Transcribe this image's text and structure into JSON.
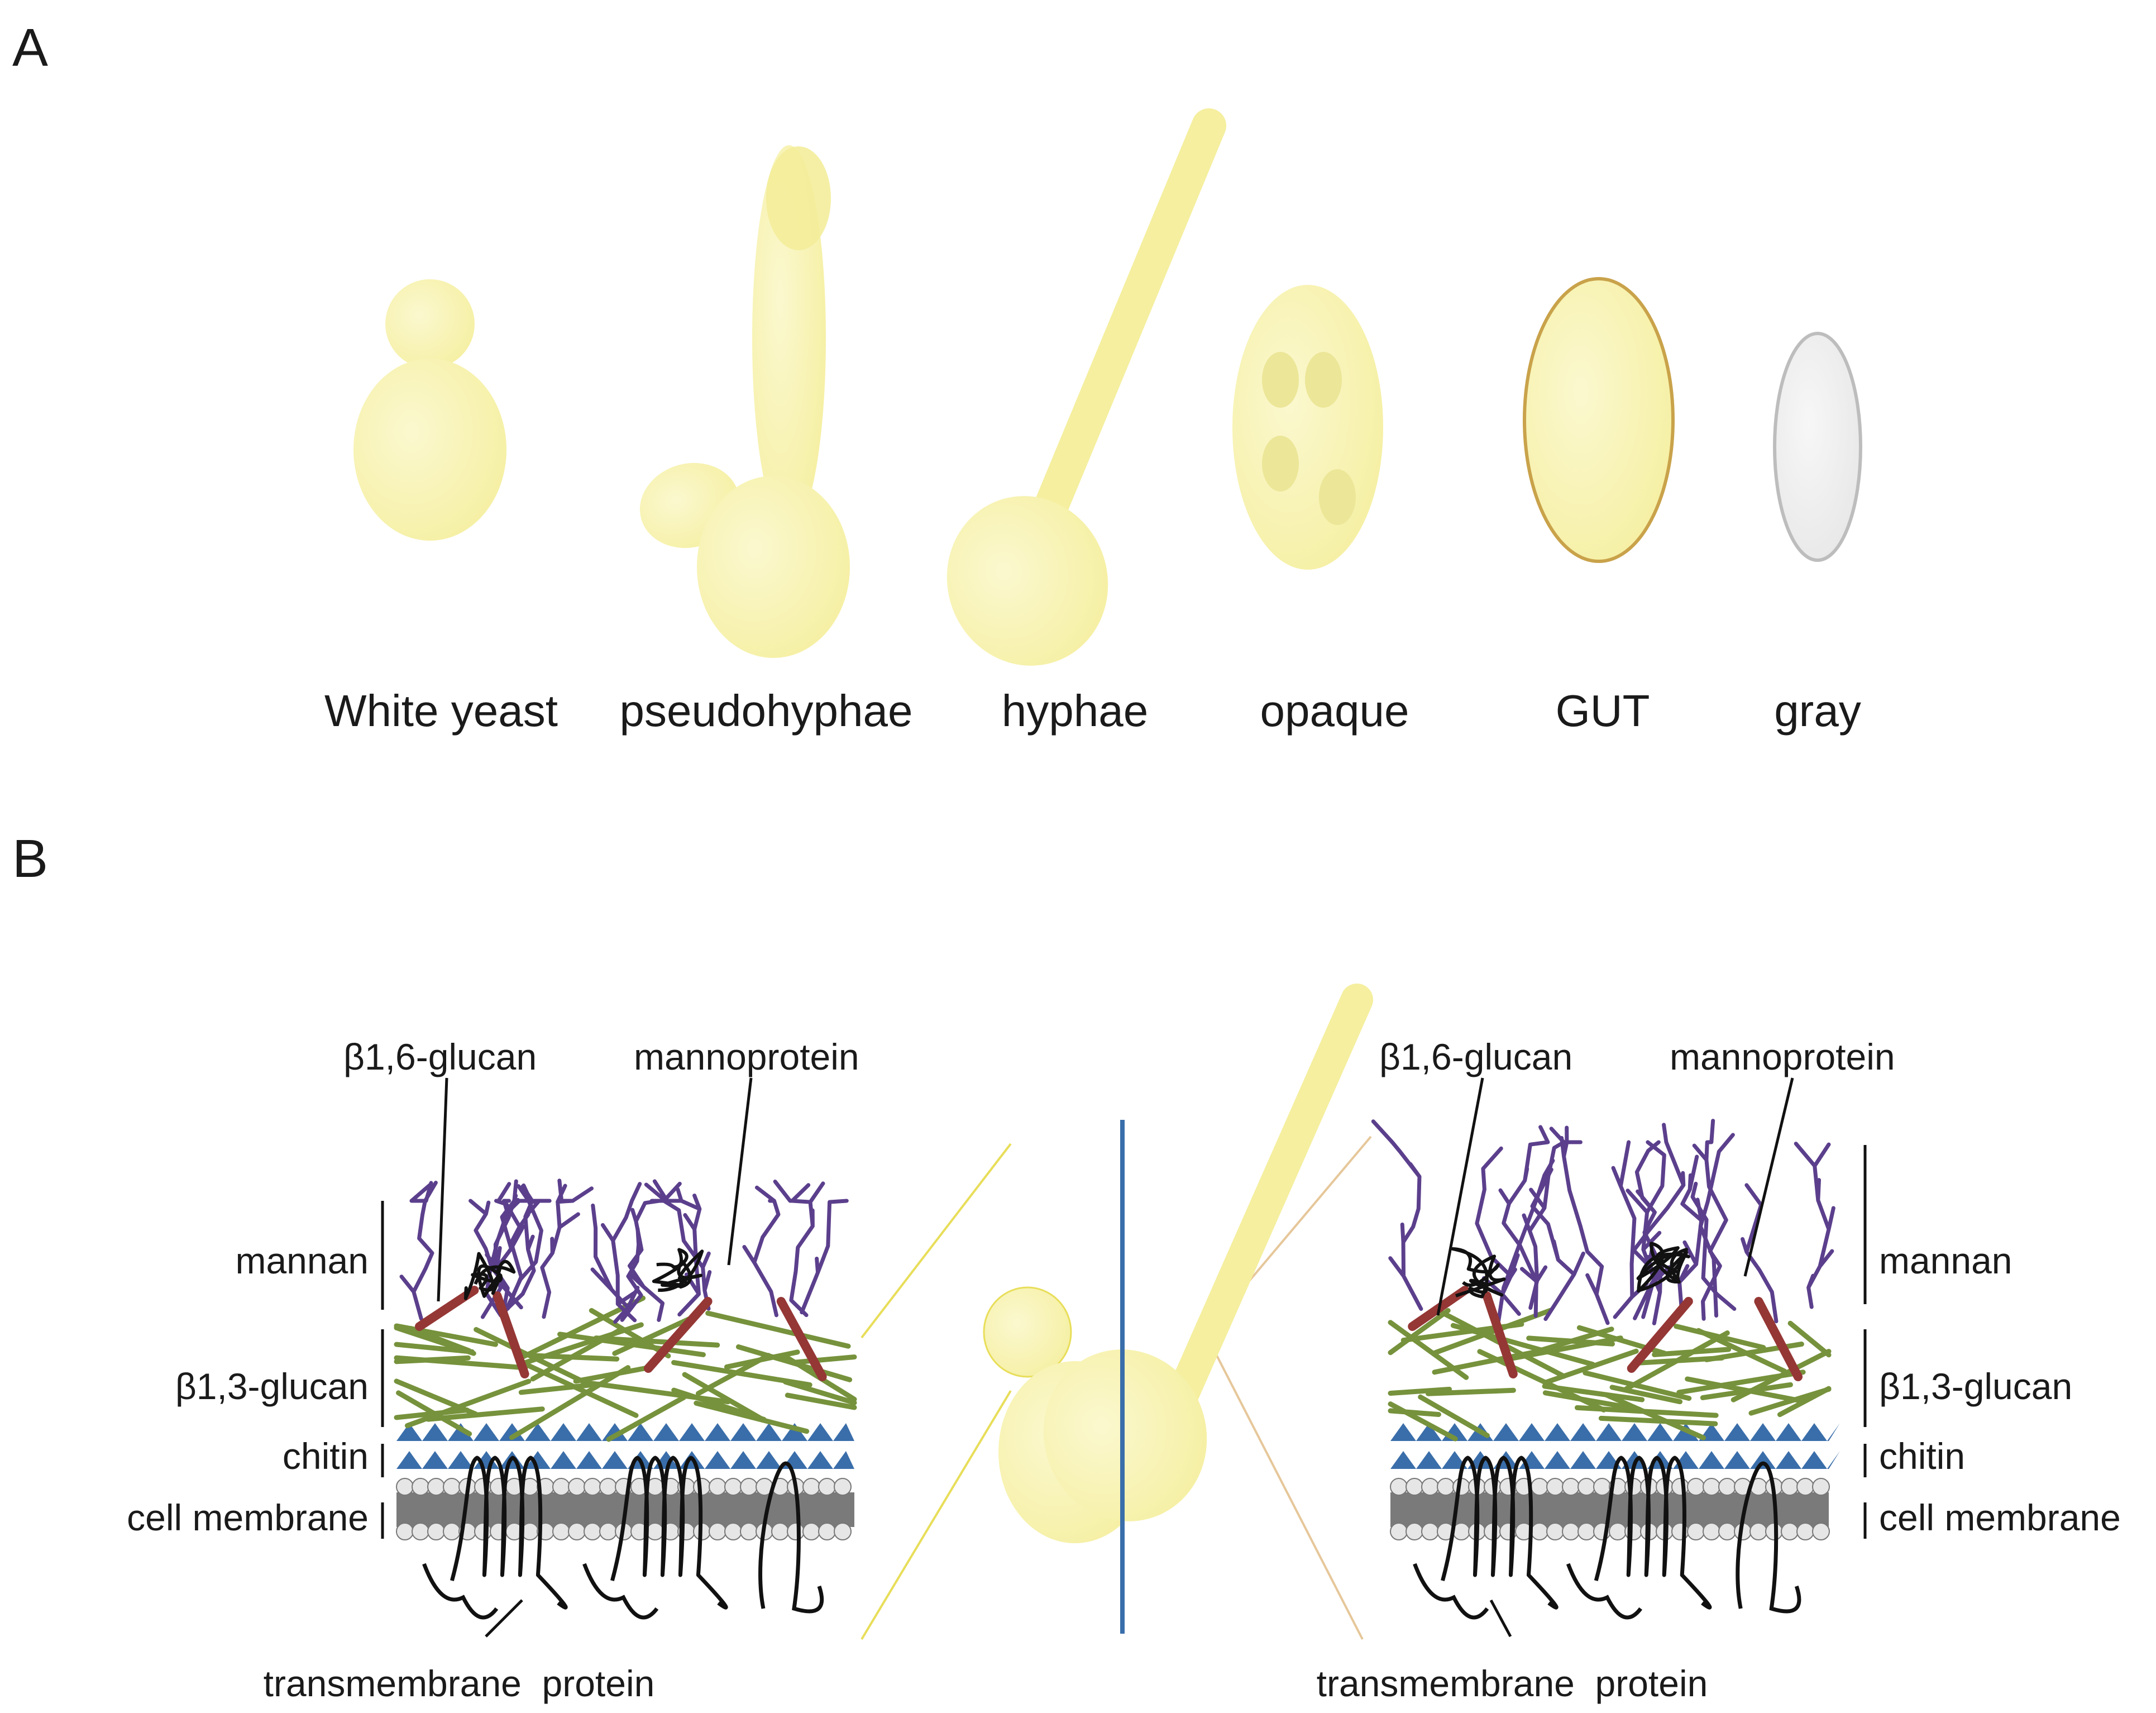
{
  "panels": {
    "a": {
      "letter": "A"
    },
    "b": {
      "letter": "B"
    }
  },
  "morphologies": [
    {
      "label": "White yeast"
    },
    {
      "label": "pseudohyphae"
    },
    {
      "label": "hyphae"
    },
    {
      "label": "opaque"
    },
    {
      "label": "GUT"
    },
    {
      "label": "gray"
    }
  ],
  "wall_left": {
    "top_labels": {
      "glucan16": "β1,6-glucan",
      "mannoprotein": "mannoprotein"
    },
    "layers": {
      "mannan": "mannan",
      "glucan13": "β1,3-glucan",
      "chitin": "chitin",
      "membrane": "cell membrane"
    },
    "bottom_label": "transmembrane  protein"
  },
  "wall_right": {
    "top_labels": {
      "glucan16": "β1,6-glucan",
      "mannoprotein": "mannoprotein"
    },
    "layers": {
      "mannan": "mannan",
      "glucan13": "β1,3-glucan",
      "chitin": "chitin",
      "membrane": "cell membrane"
    },
    "bottom_label": "transmembrane  protein"
  },
  "colors": {
    "cell_fill": "#f7f3ad",
    "cell_fill_light": "#fbf8cf",
    "cell_spot": "#ebe597",
    "gut_outline": "#c9a24a",
    "gray_fill": "#ececec",
    "gray_outline": "#bdbdbd",
    "mannan": "#5b3f8c",
    "glucan13": "#76923c",
    "glucan16": "#953735",
    "chitin": "#3a6eaa",
    "membrane_head": "#e6e6e6",
    "membrane_tail": "#7a7a7a",
    "divider": "#3a6eaa"
  }
}
